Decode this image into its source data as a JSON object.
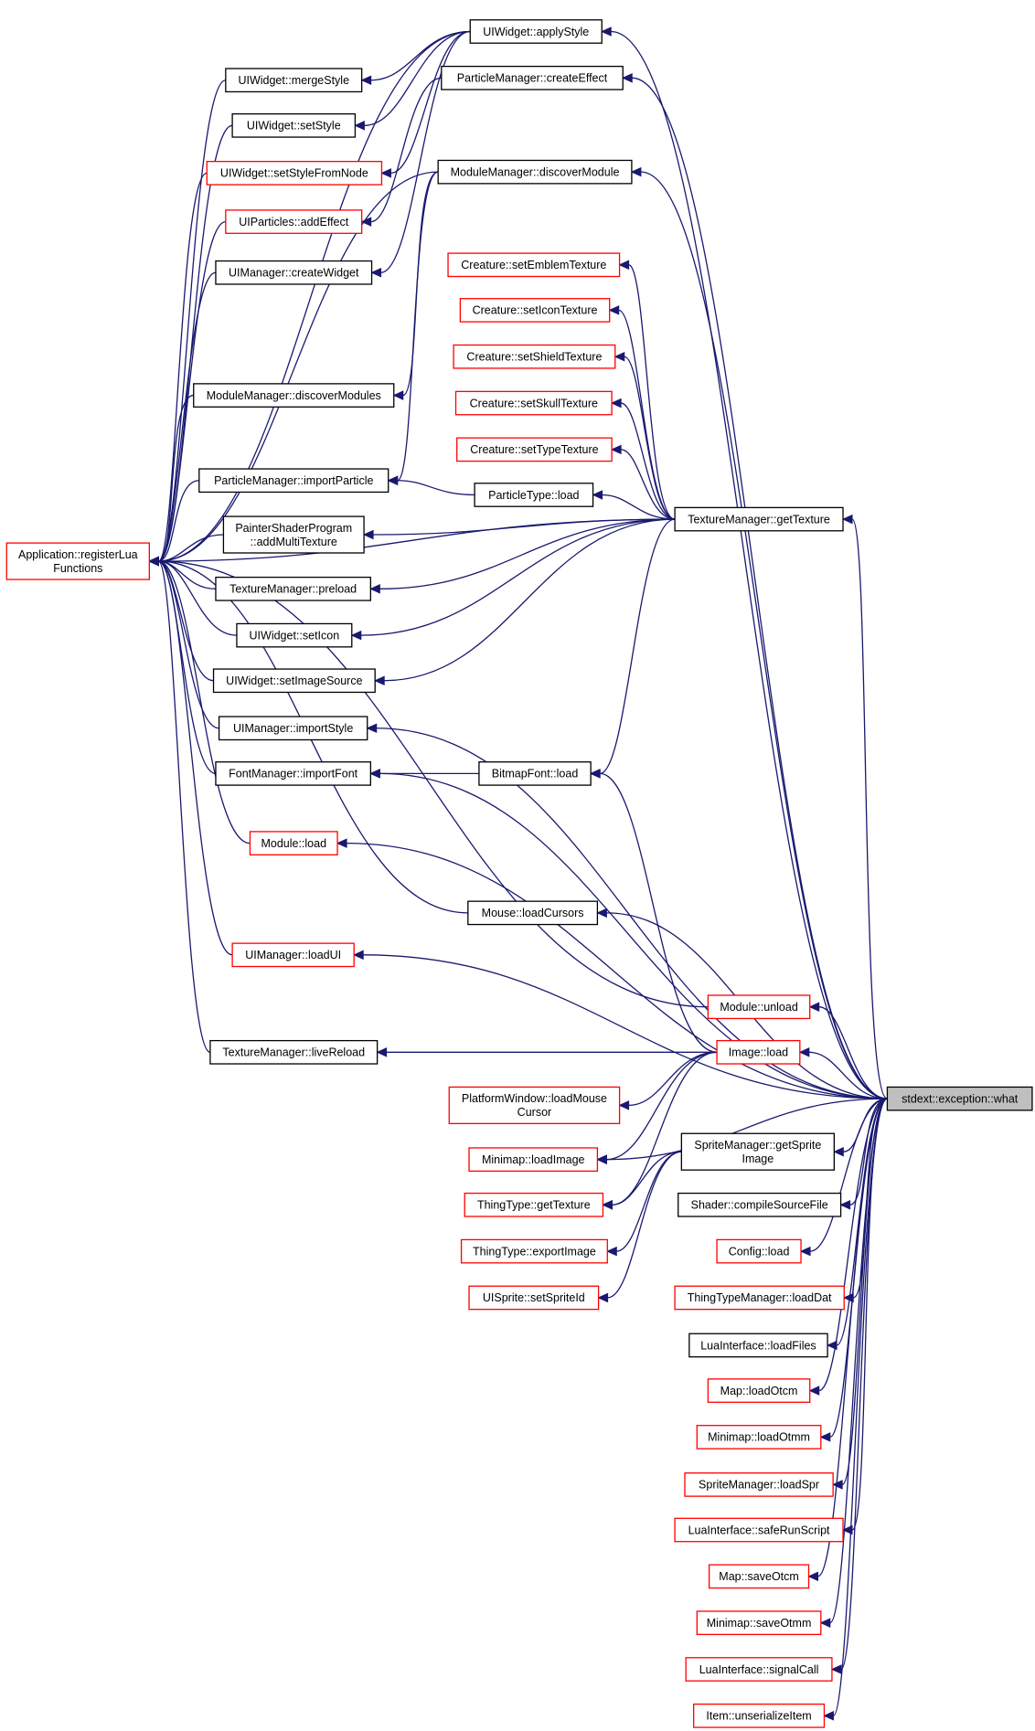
{
  "colors": {
    "edge": "#191970",
    "border_normal": "#000000",
    "border_incomplete": "#ff0000",
    "focus_fill": "#bfbfbf"
  },
  "nodes": [
    {
      "id": "uiwidget-applystyle",
      "lines": [
        "UIWidget::applyStyle"
      ],
      "border": "black"
    },
    {
      "id": "uiwidget-mergestyle",
      "lines": [
        "UIWidget::mergeStyle"
      ],
      "border": "black"
    },
    {
      "id": "particlemanager-createeffect",
      "lines": [
        "ParticleManager::createEffect"
      ],
      "border": "black"
    },
    {
      "id": "uiwidget-setstyle",
      "lines": [
        "UIWidget::setStyle"
      ],
      "border": "black"
    },
    {
      "id": "uiwidget-setstylefromnode",
      "lines": [
        "UIWidget::setStyleFromNode"
      ],
      "border": "red"
    },
    {
      "id": "modulemanager-discovermodule",
      "lines": [
        "ModuleManager::discoverModule"
      ],
      "border": "black"
    },
    {
      "id": "uiparticles-addeffect",
      "lines": [
        "UIParticles::addEffect"
      ],
      "border": "red"
    },
    {
      "id": "uimanager-createwidget",
      "lines": [
        "UIManager::createWidget"
      ],
      "border": "black"
    },
    {
      "id": "creature-setemblemtexture",
      "lines": [
        "Creature::setEmblemTexture"
      ],
      "border": "red"
    },
    {
      "id": "creature-seticontexture",
      "lines": [
        "Creature::setIconTexture"
      ],
      "border": "red"
    },
    {
      "id": "creature-setshieldtexture",
      "lines": [
        "Creature::setShieldTexture"
      ],
      "border": "red"
    },
    {
      "id": "modulemanager-discovermodules",
      "lines": [
        "ModuleManager::discoverModules"
      ],
      "border": "black"
    },
    {
      "id": "creature-setskulltexture",
      "lines": [
        "Creature::setSkullTexture"
      ],
      "border": "red"
    },
    {
      "id": "creature-settypetexture",
      "lines": [
        "Creature::setTypeTexture"
      ],
      "border": "red"
    },
    {
      "id": "particlemanager-importparticle",
      "lines": [
        "ParticleManager::importParticle"
      ],
      "border": "black"
    },
    {
      "id": "particletype-load",
      "lines": [
        "ParticleType::load"
      ],
      "border": "black"
    },
    {
      "id": "texturemanager-gettexture",
      "lines": [
        "TextureManager::getTexture"
      ],
      "border": "black"
    },
    {
      "id": "paintershaderprogram-addmultitexture",
      "lines": [
        "PainterShaderProgram",
        "::addMultiTexture"
      ],
      "border": "black"
    },
    {
      "id": "application-registerluafunctions",
      "lines": [
        "Application::registerLua",
        "Functions"
      ],
      "border": "red"
    },
    {
      "id": "texturemanager-preload",
      "lines": [
        "TextureManager::preload"
      ],
      "border": "black"
    },
    {
      "id": "uiwidget-seticon",
      "lines": [
        "UIWidget::setIcon"
      ],
      "border": "black"
    },
    {
      "id": "uiwidget-setimagesource",
      "lines": [
        "UIWidget::setImageSource"
      ],
      "border": "black"
    },
    {
      "id": "uimanager-importstyle",
      "lines": [
        "UIManager::importStyle"
      ],
      "border": "black"
    },
    {
      "id": "fontmanager-importfont",
      "lines": [
        "FontManager::importFont"
      ],
      "border": "black"
    },
    {
      "id": "bitmapfont-load",
      "lines": [
        "BitmapFont::load"
      ],
      "border": "black"
    },
    {
      "id": "module-load",
      "lines": [
        "Module::load"
      ],
      "border": "red"
    },
    {
      "id": "mouse-loadcursors",
      "lines": [
        "Mouse::loadCursors"
      ],
      "border": "black"
    },
    {
      "id": "uimanager-loadui",
      "lines": [
        "UIManager::loadUI"
      ],
      "border": "red"
    },
    {
      "id": "module-unload",
      "lines": [
        "Module::unload"
      ],
      "border": "red"
    },
    {
      "id": "texturemanager-livereload",
      "lines": [
        "TextureManager::liveReload"
      ],
      "border": "black"
    },
    {
      "id": "image-load",
      "lines": [
        "Image::load"
      ],
      "border": "red"
    },
    {
      "id": "platformwindow-loadmousecursor",
      "lines": [
        "PlatformWindow::loadMouse",
        "Cursor"
      ],
      "border": "red"
    },
    {
      "id": "stdext-exception-what",
      "lines": [
        "stdext::exception::what"
      ],
      "border": "focus"
    },
    {
      "id": "minimap-loadimage",
      "lines": [
        "Minimap::loadImage"
      ],
      "border": "red"
    },
    {
      "id": "spritemanager-getspriteimage",
      "lines": [
        "SpriteManager::getSprite",
        "Image"
      ],
      "border": "black"
    },
    {
      "id": "thingtype-gettexture",
      "lines": [
        "ThingType::getTexture"
      ],
      "border": "red"
    },
    {
      "id": "shader-compilesourcefile",
      "lines": [
        "Shader::compileSourceFile"
      ],
      "border": "black"
    },
    {
      "id": "thingtype-exportimage",
      "lines": [
        "ThingType::exportImage"
      ],
      "border": "red"
    },
    {
      "id": "config-load",
      "lines": [
        "Config::load"
      ],
      "border": "red"
    },
    {
      "id": "uisprite-setspriteid",
      "lines": [
        "UISprite::setSpriteId"
      ],
      "border": "red"
    },
    {
      "id": "thingtypemanager-loaddat",
      "lines": [
        "ThingTypeManager::loadDat"
      ],
      "border": "red"
    },
    {
      "id": "luainterface-loadfiles",
      "lines": [
        "LuaInterface::loadFiles"
      ],
      "border": "black"
    },
    {
      "id": "map-loadotcm",
      "lines": [
        "Map::loadOtcm"
      ],
      "border": "red"
    },
    {
      "id": "minimap-loadotmm",
      "lines": [
        "Minimap::loadOtmm"
      ],
      "border": "red"
    },
    {
      "id": "spritemanager-loadspr",
      "lines": [
        "SpriteManager::loadSpr"
      ],
      "border": "red"
    },
    {
      "id": "luainterface-saferunscript",
      "lines": [
        "LuaInterface::safeRunScript"
      ],
      "border": "red"
    },
    {
      "id": "map-saveotcm",
      "lines": [
        "Map::saveOtcm"
      ],
      "border": "red"
    },
    {
      "id": "minimap-saveotmm",
      "lines": [
        "Minimap::saveOtmm"
      ],
      "border": "red"
    },
    {
      "id": "luainterface-signalcall",
      "lines": [
        "LuaInterface::signalCall"
      ],
      "border": "red"
    },
    {
      "id": "item-unserializeitem",
      "lines": [
        "Item::unserializeItem"
      ],
      "border": "red"
    }
  ],
  "edges": [
    [
      "application-registerluafunctions",
      "uiwidget-applystyle"
    ],
    [
      "application-registerluafunctions",
      "uiwidget-mergestyle"
    ],
    [
      "application-registerluafunctions",
      "uiwidget-setstyle"
    ],
    [
      "application-registerluafunctions",
      "uiwidget-setstylefromnode"
    ],
    [
      "application-registerluafunctions",
      "uiparticles-addeffect"
    ],
    [
      "application-registerluafunctions",
      "uimanager-createwidget"
    ],
    [
      "application-registerluafunctions",
      "modulemanager-discovermodules"
    ],
    [
      "application-registerluafunctions",
      "particlemanager-importparticle"
    ],
    [
      "application-registerluafunctions",
      "paintershaderprogram-addmultitexture"
    ],
    [
      "application-registerluafunctions",
      "texturemanager-preload"
    ],
    [
      "application-registerluafunctions",
      "uiwidget-seticon"
    ],
    [
      "application-registerluafunctions",
      "uiwidget-setimagesource"
    ],
    [
      "application-registerluafunctions",
      "uimanager-importstyle"
    ],
    [
      "application-registerluafunctions",
      "fontmanager-importfont"
    ],
    [
      "application-registerluafunctions",
      "module-load"
    ],
    [
      "application-registerluafunctions",
      "mouse-loadcursors"
    ],
    [
      "application-registerluafunctions",
      "uimanager-loadui"
    ],
    [
      "application-registerluafunctions",
      "texturemanager-livereload"
    ],
    [
      "application-registerluafunctions",
      "modulemanager-discovermodule"
    ],
    [
      "application-registerluafunctions",
      "module-unload"
    ],
    [
      "application-registerluafunctions",
      "texturemanager-gettexture"
    ],
    [
      "uiwidget-mergestyle",
      "uiwidget-applystyle"
    ],
    [
      "uiwidget-setstyle",
      "uiwidget-applystyle"
    ],
    [
      "uiwidget-setstylefromnode",
      "uiwidget-applystyle"
    ],
    [
      "uimanager-createwidget",
      "uiwidget-applystyle"
    ],
    [
      "uiparticles-addeffect",
      "particlemanager-createeffect"
    ],
    [
      "modulemanager-discovermodules",
      "modulemanager-discovermodule"
    ],
    [
      "particlemanager-importparticle",
      "particletype-load"
    ],
    [
      "particlemanager-importparticle",
      "modulemanager-discovermodule"
    ],
    [
      "particletype-load",
      "texturemanager-gettexture"
    ],
    [
      "creature-setemblemtexture",
      "texturemanager-gettexture"
    ],
    [
      "creature-seticontexture",
      "texturemanager-gettexture"
    ],
    [
      "creature-setshieldtexture",
      "texturemanager-gettexture"
    ],
    [
      "creature-setskulltexture",
      "texturemanager-gettexture"
    ],
    [
      "creature-settypetexture",
      "texturemanager-gettexture"
    ],
    [
      "paintershaderprogram-addmultitexture",
      "texturemanager-gettexture"
    ],
    [
      "texturemanager-preload",
      "texturemanager-gettexture"
    ],
    [
      "uiwidget-seticon",
      "texturemanager-gettexture"
    ],
    [
      "uiwidget-setimagesource",
      "texturemanager-gettexture"
    ],
    [
      "bitmapfont-load",
      "texturemanager-gettexture"
    ],
    [
      "fontmanager-importfont",
      "bitmapfont-load"
    ],
    [
      "bitmapfont-load",
      "image-load"
    ],
    [
      "platformwindow-loadmousecursor",
      "image-load"
    ],
    [
      "minimap-loadimage",
      "image-load"
    ],
    [
      "thingtype-gettexture",
      "image-load"
    ],
    [
      "thingtype-gettexture",
      "spritemanager-getspriteimage"
    ],
    [
      "thingtype-exportimage",
      "spritemanager-getspriteimage"
    ],
    [
      "uisprite-setspriteid",
      "spritemanager-getspriteimage"
    ],
    [
      "texturemanager-livereload",
      "image-load"
    ],
    [
      "uiwidget-applystyle",
      "stdext-exception-what"
    ],
    [
      "particlemanager-createeffect",
      "stdext-exception-what"
    ],
    [
      "modulemanager-discovermodule",
      "stdext-exception-what"
    ],
    [
      "texturemanager-gettexture",
      "stdext-exception-what"
    ],
    [
      "uimanager-importstyle",
      "stdext-exception-what"
    ],
    [
      "fontmanager-importfont",
      "stdext-exception-what"
    ],
    [
      "module-load",
      "stdext-exception-what"
    ],
    [
      "mouse-loadcursors",
      "stdext-exception-what"
    ],
    [
      "uimanager-loadui",
      "stdext-exception-what"
    ],
    [
      "module-unload",
      "stdext-exception-what"
    ],
    [
      "image-load",
      "stdext-exception-what"
    ],
    [
      "minimap-loadimage",
      "stdext-exception-what"
    ],
    [
      "spritemanager-getspriteimage",
      "stdext-exception-what"
    ],
    [
      "shader-compilesourcefile",
      "stdext-exception-what"
    ],
    [
      "config-load",
      "stdext-exception-what"
    ],
    [
      "thingtypemanager-loaddat",
      "stdext-exception-what"
    ],
    [
      "luainterface-loadfiles",
      "stdext-exception-what"
    ],
    [
      "map-loadotcm",
      "stdext-exception-what"
    ],
    [
      "minimap-loadotmm",
      "stdext-exception-what"
    ],
    [
      "spritemanager-loadspr",
      "stdext-exception-what"
    ],
    [
      "luainterface-saferunscript",
      "stdext-exception-what"
    ],
    [
      "map-saveotcm",
      "stdext-exception-what"
    ],
    [
      "minimap-saveotmm",
      "stdext-exception-what"
    ],
    [
      "luainterface-signalcall",
      "stdext-exception-what"
    ],
    [
      "item-unserializeitem",
      "stdext-exception-what"
    ]
  ]
}
